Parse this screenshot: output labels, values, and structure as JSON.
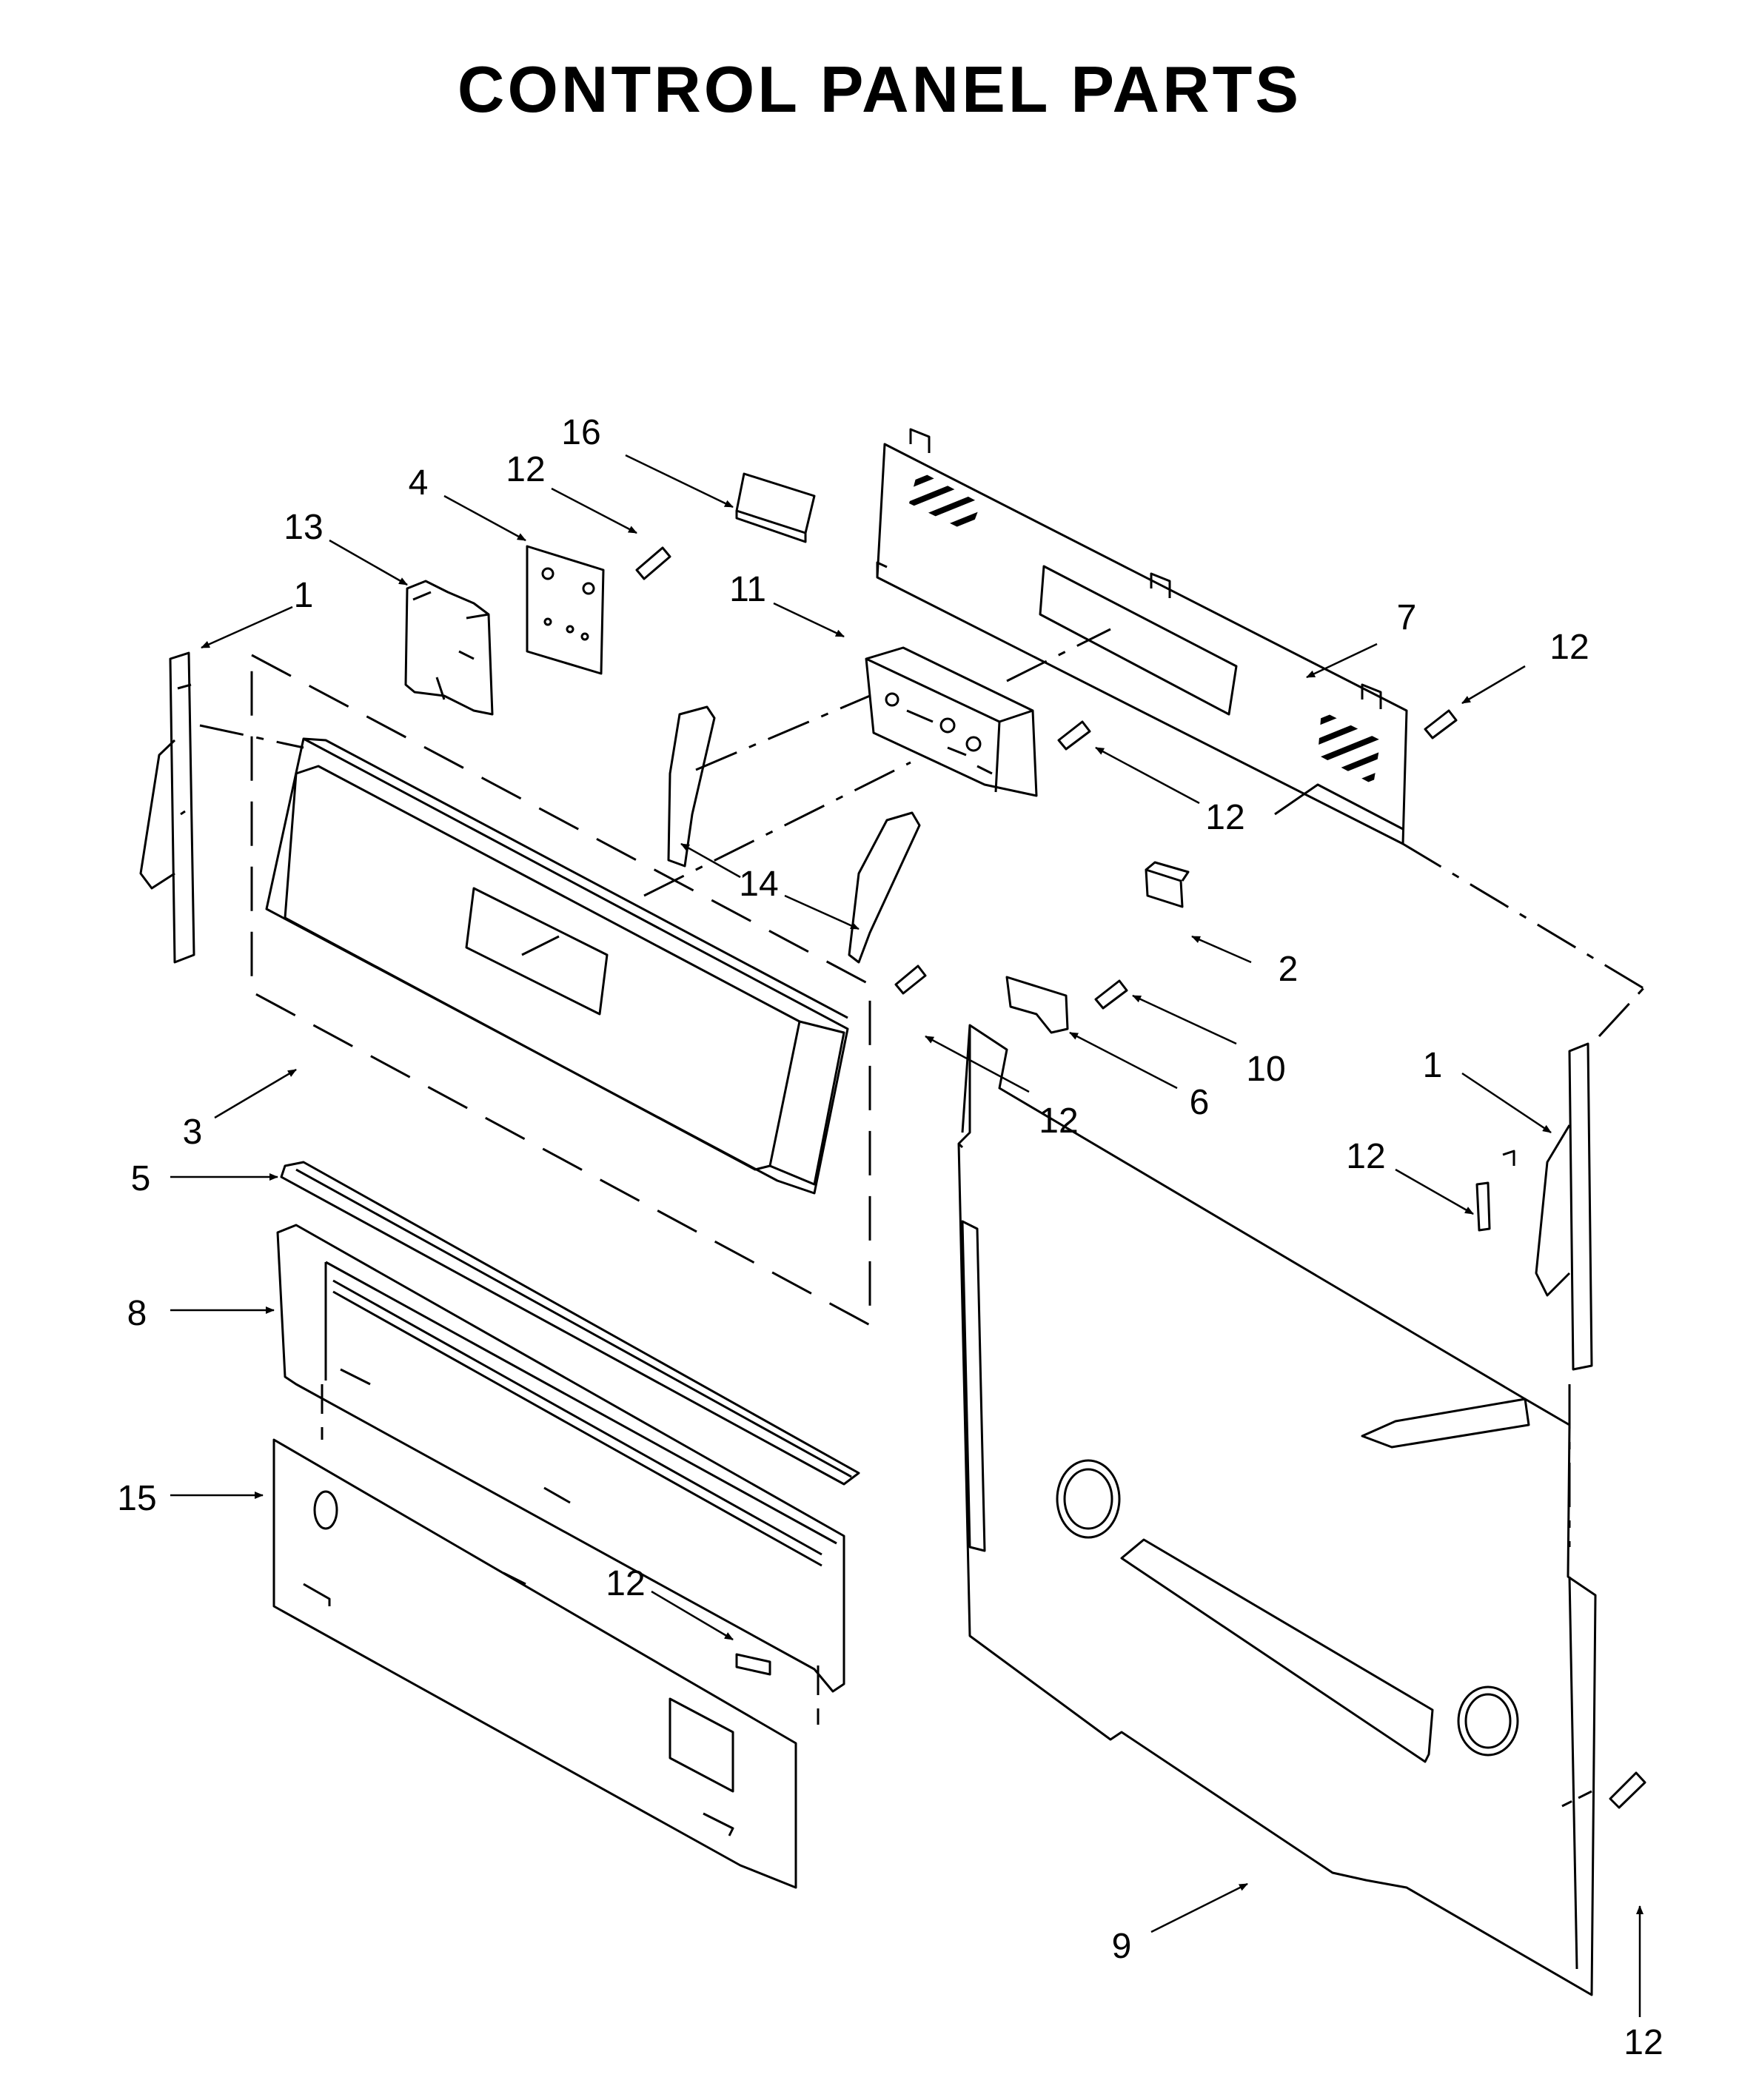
{
  "title": "CONTROL PANEL PARTS",
  "callouts": [
    "16",
    "4",
    "12",
    "13",
    "1",
    "11",
    "7",
    "12",
    "12",
    "14",
    "2",
    "3",
    "12",
    "10",
    "6",
    "1",
    "12",
    "5",
    "8",
    "15",
    "12",
    "9",
    "12"
  ]
}
